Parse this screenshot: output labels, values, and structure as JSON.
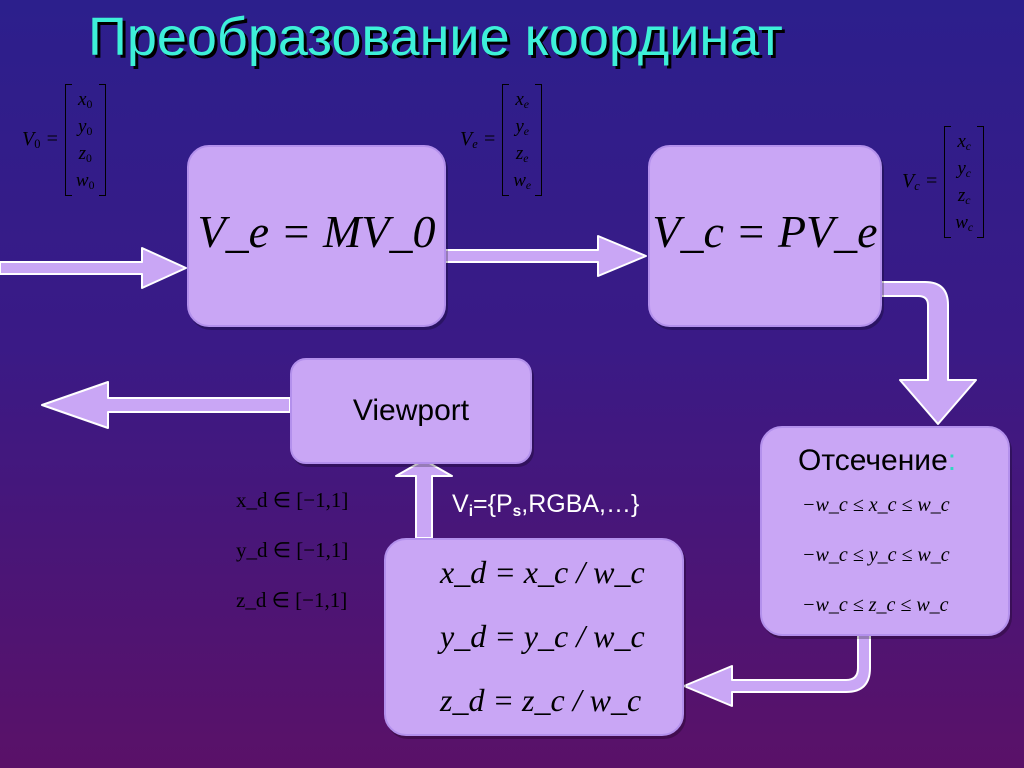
{
  "title": "Преобразование координат",
  "v0": {
    "lhs": "V",
    "lhs_sub": "0",
    "rows": [
      [
        "x",
        "0"
      ],
      [
        "y",
        "0"
      ],
      [
        "z",
        "0"
      ],
      [
        "w",
        "0"
      ]
    ]
  },
  "ve": {
    "lhs": "V",
    "lhs_sub": "e",
    "rows": [
      [
        "x",
        "e"
      ],
      [
        "y",
        "e"
      ],
      [
        "z",
        "e"
      ],
      [
        "w",
        "e"
      ]
    ]
  },
  "vc": {
    "lhs": "V",
    "lhs_sub": "c",
    "rows": [
      [
        "x",
        "c"
      ],
      [
        "y",
        "c"
      ],
      [
        "z",
        "c"
      ],
      [
        "w",
        "c"
      ]
    ]
  },
  "modelview_box": {
    "formula": "V_e = MV_0"
  },
  "projection_box": {
    "formula": "V_c = PV_e"
  },
  "viewport_box": {
    "label": "Viewport"
  },
  "clipping_box": {
    "label": "Отсечение",
    "colon": ":",
    "rows": [
      "−w_c ≤ x_c ≤ w_c",
      "−w_c ≤ y_c ≤ w_c",
      "−w_c ≤ z_c ≤ w_c"
    ]
  },
  "ndc_box": {
    "rows": [
      "x_d = x_c / w_c",
      "y_d = y_c / w_c",
      "z_d = z_c / w_c"
    ]
  },
  "ranges": [
    "x_d ∈ [−1,1]",
    "y_d ∈ [−1,1]",
    "z_d ∈ [−1,1]"
  ],
  "vertex_attrs": {
    "prefix": "V",
    "prefix_sub": "i",
    "eq": "={P",
    "p_sub": "s",
    "rest": ",RGBA,…}"
  },
  "colors": {
    "title": "#3df0d8",
    "box": "#c9a6f5",
    "arrow_fill": "#c9a6f5",
    "arrow_stroke": "#ffffff"
  }
}
